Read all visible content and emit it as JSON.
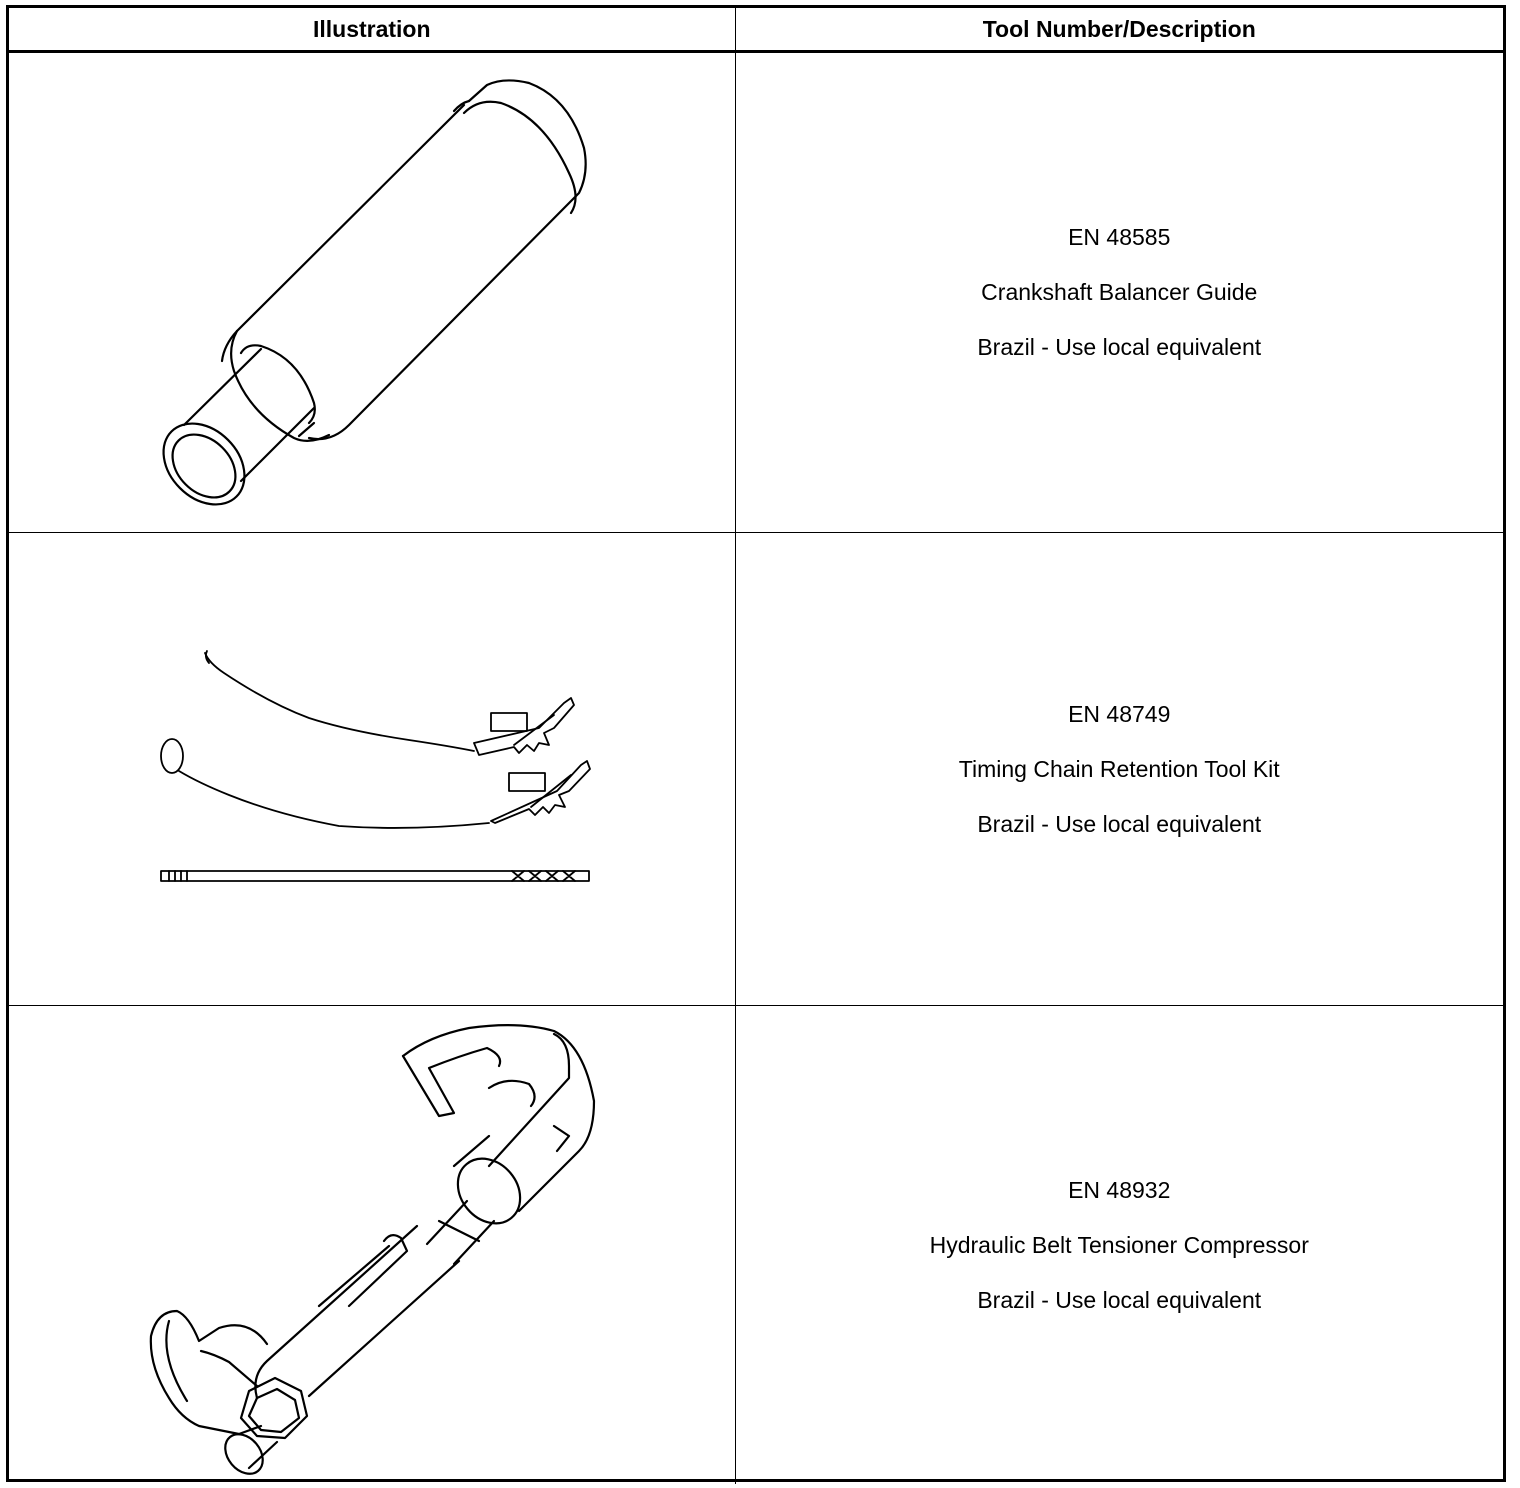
{
  "header": {
    "illustration": "Illustration",
    "description": "Tool Number/Description"
  },
  "rows": [
    {
      "illustration_icon": "crankshaft-balancer-guide-icon",
      "tool_number": "EN 48585",
      "name": "Crankshaft Balancer Guide",
      "note": "Brazil - Use local equivalent"
    },
    {
      "illustration_icon": "timing-chain-retention-kit-icon",
      "tool_number": "EN 48749",
      "name": "Timing Chain Retention Tool Kit",
      "note": "Brazil - Use local equivalent"
    },
    {
      "illustration_icon": "belt-tensioner-compressor-icon",
      "tool_number": "EN 48932",
      "name": "Hydraulic Belt Tensioner Compressor",
      "note": "Brazil - Use local equivalent"
    }
  ]
}
